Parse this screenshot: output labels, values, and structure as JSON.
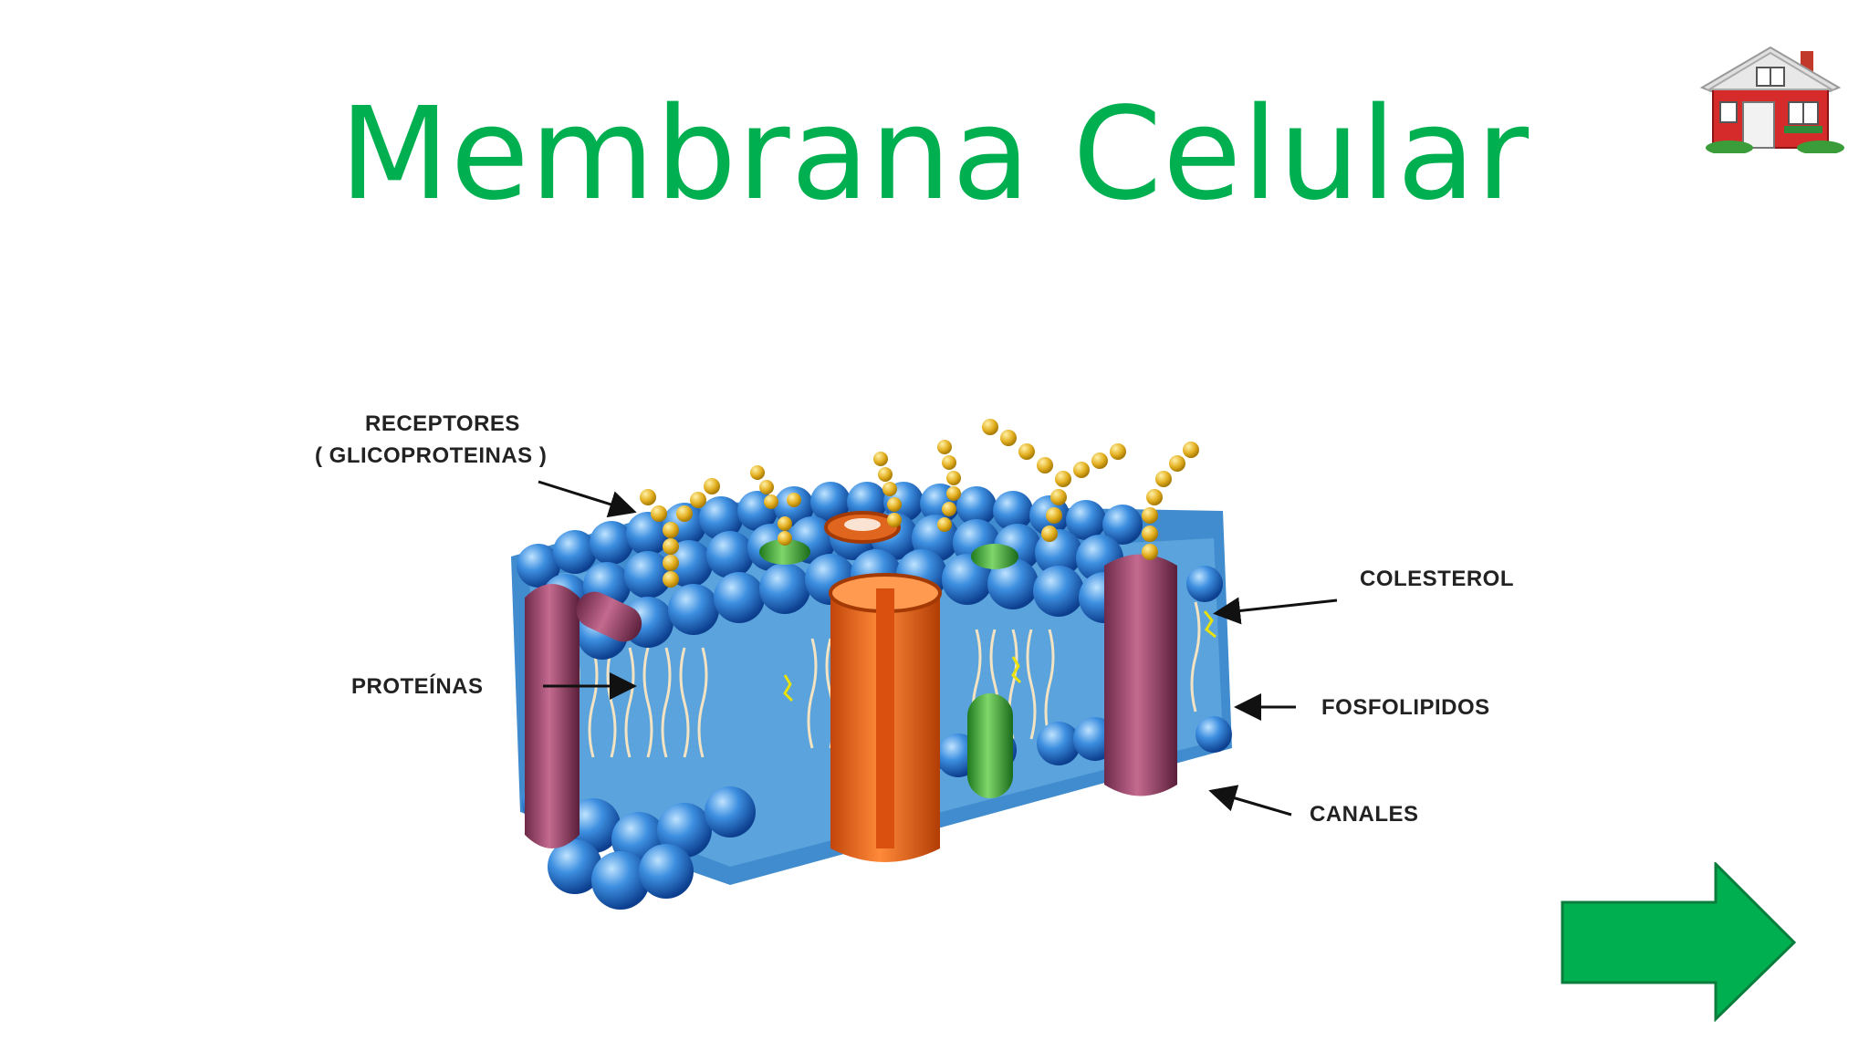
{
  "slide": {
    "title": "Membrana Celular",
    "title_color": "#00b050",
    "home_icon": "house-icon",
    "next_icon": "right-arrow-icon",
    "accent_color": "#00b050"
  },
  "diagram": {
    "labels": {
      "receptores": "RECEPTORES",
      "glicoproteinas": "( GLICOPROTEINAS )",
      "proteinas": "PROTEÍNAS",
      "colesterol": "COLESTEROL",
      "fosfolipidos": "FOSFOLIPIDOS",
      "canales": "CANALES"
    }
  }
}
